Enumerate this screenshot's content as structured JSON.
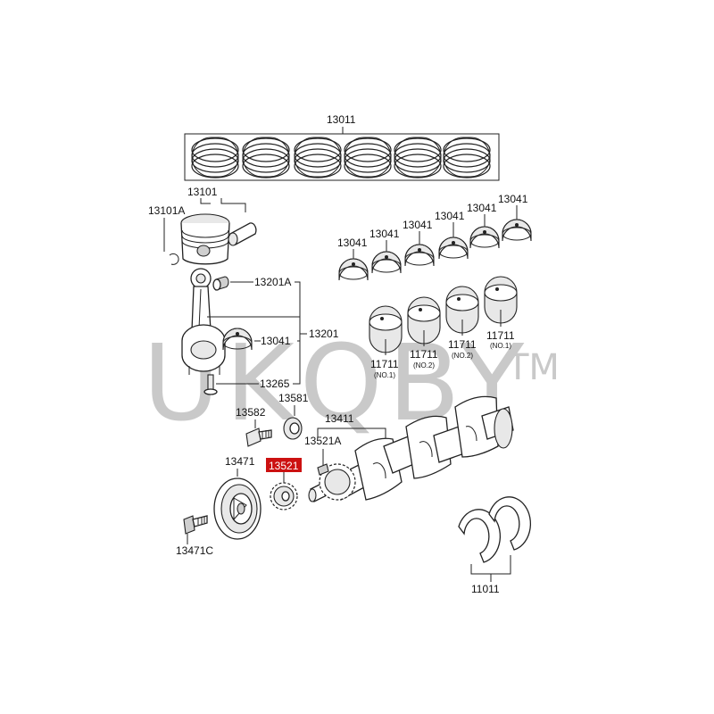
{
  "watermark": {
    "text": "UKQBY",
    "tm": "TM",
    "color": "#c9c9c9"
  },
  "highlight_color": "#cc1111",
  "labels": {
    "rings": "13011",
    "piston": "13101",
    "snap_ring": "13101A",
    "bushing": "13201A",
    "rod": "13201",
    "rod_bearing": "13041",
    "rod_bolt": "13265",
    "crank_bolt": "13582",
    "washer": "13581",
    "crankshaft": "13411",
    "key": "13521A",
    "sprocket": "13521",
    "pulley": "13471",
    "pulley_bolt": "13471C",
    "thrust_washer": "11011"
  },
  "upper_bearing_labels": [
    "13041",
    "13041",
    "13041",
    "13041",
    "13041",
    "13041"
  ],
  "main_bearings": [
    {
      "code": "11711",
      "note": "(NO.1)"
    },
    {
      "code": "11711",
      "note": "(NO.2)"
    },
    {
      "code": "11711",
      "note": "(NO.2)"
    },
    {
      "code": "11711",
      "note": "(NO.1)"
    }
  ]
}
